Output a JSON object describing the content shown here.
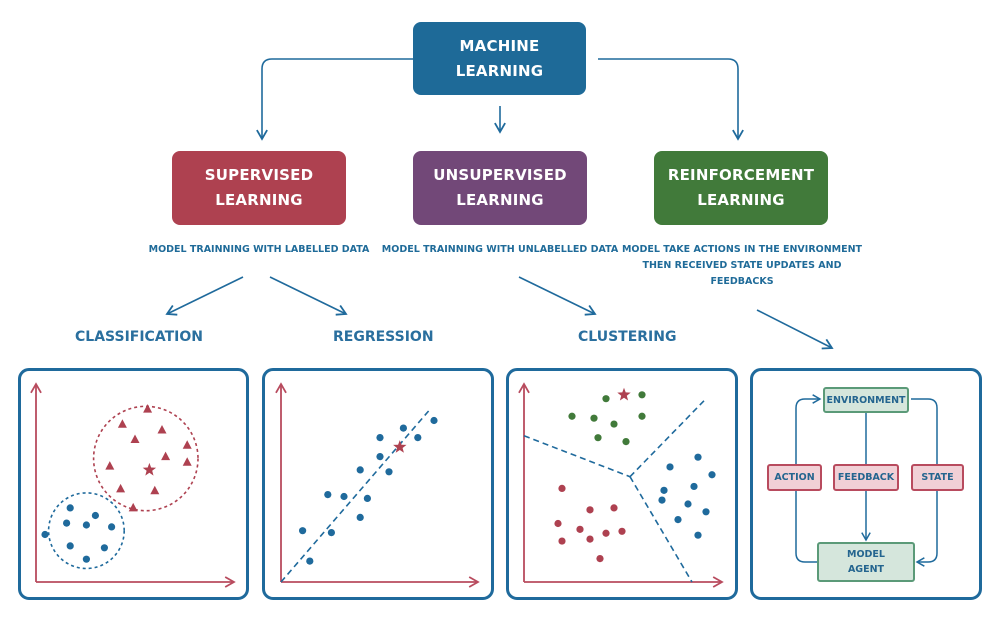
{
  "colors": {
    "root": "#1e6a98",
    "supervised": "#ae4150",
    "unsupervised": "#724878",
    "reinforcement": "#417a3a",
    "text_blue": "#1f6b99",
    "axis": "#b84b5e",
    "point_blue": "#1f6a9c",
    "point_red": "#ae4150",
    "point_green": "#417a3a"
  },
  "root": {
    "line1": "MACHINE",
    "line2": "LEARNING"
  },
  "branches": [
    {
      "line1": "SUPERVISED",
      "line2": "LEARNING",
      "description": "MODEL TRAINNING WITH LABELLED DATA"
    },
    {
      "line1": "UNSUPERVISED",
      "line2": "LEARNING",
      "description": "MODEL TRAINNING WITH UNLABELLED DATA"
    },
    {
      "line1": "REINFORCEMENT",
      "line2": "LEARNING",
      "description_lines": [
        "MODEL TAKE ACTIONS IN THE ENVIRONMENT",
        "THEN RECEIVED STATE UPDATES AND",
        "FEEDBACKS"
      ]
    }
  ],
  "categories": [
    "CLASSIFICATION",
    "REGRESSION",
    "CLUSTERING"
  ],
  "reinforcement_diagram": {
    "environment": "ENVIRONMENT",
    "agent_line1": "MODEL",
    "agent_line2": "AGENT",
    "action": "ACTION",
    "feedback": "FEEDBACK",
    "state": "STATE"
  },
  "chart_data": [
    {
      "type": "scatter",
      "title": "CLASSIFICATION",
      "xlabel": "",
      "ylabel": "",
      "grid": false,
      "series": [
        {
          "name": "class-a",
          "marker": "circle",
          "color": "#1f6a9c",
          "points": [
            [
              0.19,
              0.39
            ],
            [
              0.33,
              0.35
            ],
            [
              0.17,
              0.31
            ],
            [
              0.28,
              0.3
            ],
            [
              0.42,
              0.29
            ],
            [
              0.05,
              0.25
            ],
            [
              0.19,
              0.19
            ],
            [
              0.38,
              0.18
            ],
            [
              0.28,
              0.12
            ]
          ]
        },
        {
          "name": "class-b",
          "marker": "triangle",
          "color": "#ae4150",
          "points": [
            [
              0.62,
              0.91
            ],
            [
              0.48,
              0.83
            ],
            [
              0.7,
              0.8
            ],
            [
              0.55,
              0.75
            ],
            [
              0.84,
              0.72
            ],
            [
              0.72,
              0.66
            ],
            [
              0.84,
              0.63
            ],
            [
              0.41,
              0.61
            ],
            [
              0.47,
              0.49
            ],
            [
              0.66,
              0.48
            ],
            [
              0.54,
              0.39
            ]
          ]
        },
        {
          "name": "query",
          "marker": "star",
          "color": "#ae4150",
          "points": [
            [
              0.63,
              0.59
            ]
          ]
        }
      ],
      "regions": [
        {
          "name": "class-b-boundary",
          "shape": "circle",
          "center": [
            0.61,
            0.65
          ],
          "radius": 0.29,
          "color": "#ae4150"
        },
        {
          "name": "class-a-boundary",
          "shape": "circle",
          "center": [
            0.28,
            0.27
          ],
          "radius": 0.21,
          "color": "#1f6a9c"
        }
      ]
    },
    {
      "type": "scatter",
      "title": "REGRESSION",
      "xlabel": "",
      "ylabel": "",
      "grid": false,
      "series": [
        {
          "name": "samples",
          "marker": "circle",
          "color": "#1f6a9c",
          "points": [
            [
              0.85,
              0.85
            ],
            [
              0.68,
              0.81
            ],
            [
              0.76,
              0.76
            ],
            [
              0.55,
              0.76
            ],
            [
              0.55,
              0.66
            ],
            [
              0.44,
              0.59
            ],
            [
              0.6,
              0.58
            ],
            [
              0.26,
              0.46
            ],
            [
              0.35,
              0.45
            ],
            [
              0.48,
              0.44
            ],
            [
              0.44,
              0.34
            ],
            [
              0.12,
              0.27
            ],
            [
              0.28,
              0.26
            ],
            [
              0.16,
              0.11
            ]
          ]
        },
        {
          "name": "prediction",
          "marker": "star",
          "color": "#ae4150",
          "points": [
            [
              0.66,
              0.71
            ]
          ]
        }
      ],
      "fit_line": {
        "from": [
          0.0,
          0.0
        ],
        "to": [
          0.82,
          0.9
        ],
        "style": "dashed",
        "color": "#1f6a9c"
      }
    },
    {
      "type": "scatter",
      "title": "CLUSTERING",
      "xlabel": "",
      "ylabel": "",
      "grid": false,
      "series": [
        {
          "name": "cluster-green",
          "marker": "circle",
          "color": "#417a3a",
          "points": [
            [
              0.41,
              0.94
            ],
            [
              0.59,
              0.96
            ],
            [
              0.24,
              0.85
            ],
            [
              0.35,
              0.84
            ],
            [
              0.59,
              0.85
            ],
            [
              0.45,
              0.81
            ],
            [
              0.37,
              0.74
            ],
            [
              0.51,
              0.72
            ]
          ]
        },
        {
          "name": "cluster-blue",
          "marker": "circle",
          "color": "#1f6a9c",
          "points": [
            [
              0.87,
              0.64
            ],
            [
              0.73,
              0.59
            ],
            [
              0.94,
              0.55
            ],
            [
              0.85,
              0.49
            ],
            [
              0.7,
              0.47
            ],
            [
              0.69,
              0.42
            ],
            [
              0.82,
              0.4
            ],
            [
              0.91,
              0.36
            ],
            [
              0.77,
              0.32
            ],
            [
              0.87,
              0.24
            ]
          ]
        },
        {
          "name": "cluster-red",
          "marker": "circle",
          "color": "#ae4150",
          "points": [
            [
              0.19,
              0.48
            ],
            [
              0.33,
              0.37
            ],
            [
              0.45,
              0.38
            ],
            [
              0.17,
              0.3
            ],
            [
              0.28,
              0.27
            ],
            [
              0.41,
              0.25
            ],
            [
              0.49,
              0.26
            ],
            [
              0.19,
              0.21
            ],
            [
              0.33,
              0.22
            ],
            [
              0.38,
              0.12
            ]
          ]
        },
        {
          "name": "centroid",
          "marker": "star",
          "color": "#ae4150",
          "points": [
            [
              0.5,
              0.96
            ]
          ]
        }
      ],
      "boundaries": [
        {
          "from": [
            0.0,
            0.75
          ],
          "to": [
            0.53,
            0.54
          ]
        },
        {
          "from": [
            0.53,
            0.54
          ],
          "to": [
            0.91,
            0.94
          ]
        },
        {
          "from": [
            0.53,
            0.54
          ],
          "to": [
            0.84,
            0.0
          ]
        }
      ]
    }
  ]
}
